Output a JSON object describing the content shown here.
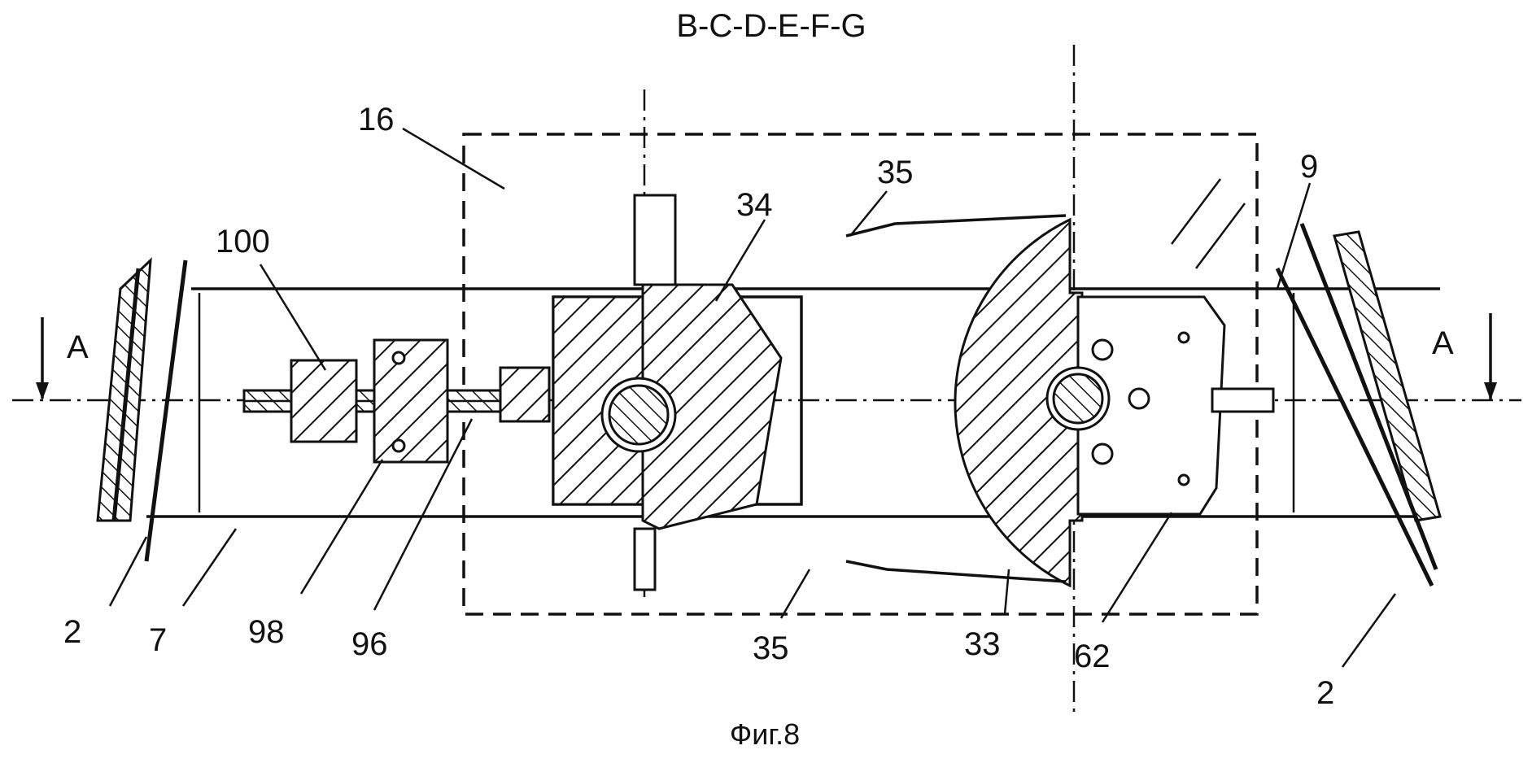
{
  "title": "B-C-D-E-F-G",
  "caption": "Фиг.8",
  "section_marks": {
    "left": "A",
    "right": "A"
  },
  "labels": {
    "l16": "16",
    "l100": "100",
    "l34": "34",
    "l35_top": "35",
    "l9": "9",
    "l2_left": "2",
    "l7": "7",
    "l98": "98",
    "l96": "96",
    "l35_bottom": "35",
    "l33": "33",
    "l62": "62",
    "l2_right": "2"
  }
}
